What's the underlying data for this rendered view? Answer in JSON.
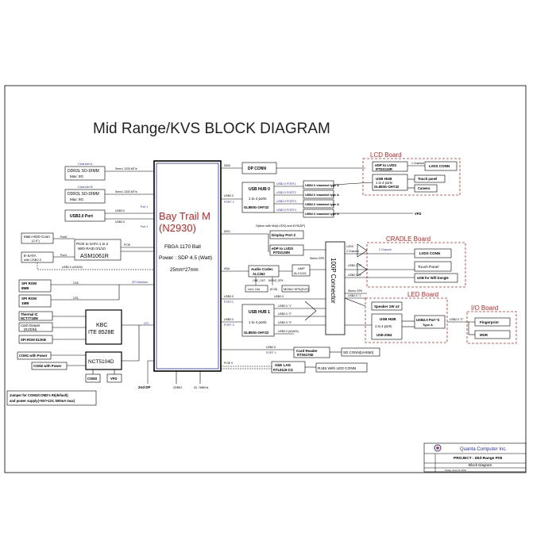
{
  "title": "Mid Range/KVS BLOCK DIAGRAM",
  "cpu": {
    "name": "Bay Trail M",
    "model": "(N2930)",
    "pkg": "FBGA 1170 Ball",
    "power": "Power : SDP 4.5  (Watt)",
    "size": "25mm*27mm"
  },
  "memory": {
    "ch_a": "Channel A",
    "ch_b": "Channel B",
    "dimm_a": [
      "DDR3L SO-DIMM",
      "Max: 8G"
    ],
    "dimm_b": [
      "DDR3L SO-DIMM",
      "Max: 8G"
    ],
    "bus_a": "Smm1 1333 MT/s",
    "bus_b": "Smm1 1333 MT/s"
  },
  "left": {
    "usb3port": "USB3.0 Port",
    "usb3_lbl": "USB3.0",
    "usb2_lbl": "USB2.0",
    "port_lbl": "Port 1",
    "port_lbl2": "Port 1",
    "hdd": [
      "Main HDD Conn",
      "(2.5\")"
    ],
    "esata": [
      "E-SATA",
      "with USB2.0"
    ],
    "port0": "Port0",
    "port1": "Port1",
    "sata_bridge": [
      "PCIE to SATA 1 to 2",
      "With RAID 0/1/10"
    ],
    "asm": "ASM1061R",
    "pcie_lbl": "PCIE",
    "usb2_esata": "USB2.0 (eSATA)",
    "spi_rom1": [
      "SPI ROM",
      "8MB"
    ],
    "spi_rom2": [
      "SPI ROM",
      "1MB"
    ],
    "cs0": "CS0",
    "cs1": "CS1",
    "spi_if": "SPI interface",
    "thermal": [
      "Thermal IC",
      "NCT7718W"
    ],
    "cash": [
      "Cash Drawer",
      "(RJ/DIN)"
    ],
    "spi512": "SPI ROM 512KB",
    "kbc": [
      "KBC",
      "ITE 8528E"
    ],
    "lpc": "LPC",
    "com1": "COM1 with Power",
    "com2": "COM2 with Power",
    "nct": "NCT5104D",
    "com3": "COM3",
    "vfd_small": "VFD",
    "second_dp": "2nd DP",
    "jumper": [
      "Jumper for COM1/COM2's RI(default)",
      "and power supply(+5V/+12V, 500mA max)"
    ]
  },
  "mid": {
    "ddi0": "DDI0",
    "ddi1": "DDI1",
    "hda": "HDA",
    "usb20_a": "USB2.0",
    "port2": "PORT 2",
    "usb20_b": "USB2.0",
    "port3": "PORT3",
    "usb20_c": "USB2.0",
    "port3b": "PORT 3",
    "usb20_d": "USB2.0",
    "pcie0": "PCIE 0",
    "bot1": "ZDBE2",
    "bot2": "32..768KHz",
    "dp_conn": "DP CONN",
    "hub0": [
      "USB HUB 0",
      "1 to 4 ports",
      "GL850G-OHY32"
    ],
    "hub0_ports": [
      "USB2.0 PORT1",
      "USB2.0 PORT2",
      "USB2.0 PORT3",
      "USB2.0 PORT4"
    ],
    "usb_std": [
      "USB2.0 standard type A",
      "USB2.0 standard type A",
      "USB2.0 standard type A",
      "USB2.0 standard type A"
    ],
    "option_note": "Option with Mol(LVDS) and KVS(DP)",
    "display_port": "Display Port 2",
    "edp_lvds": [
      "eDP to LVDS",
      "RTD2136N"
    ],
    "audio": [
      "Audio Codec",
      "ALC262"
    ],
    "amp": [
      "AMP",
      "ALC1021"
    ],
    "stereo": "Stereo SPK",
    "line_out_lbl": "LINE_OUT",
    "mono_lbl": "MONO_SPK",
    "line_out": "Lin1 Out",
    "kvs": "(KVS)",
    "mono_spk": "MONO SPK(KVS)",
    "hub1": [
      "USB HUB 1",
      "1 to 4 ports",
      "GL850G-OHY32"
    ],
    "hub1_ports": [
      "USB2.0 \"1\"",
      "USB2.0 \"2\"",
      "USB2.0 \"3\"",
      "USB2.0 (eSATA)"
    ],
    "usb20_e": "USB2.0",
    "port4": "PORT 4",
    "card_reader": [
      "Card Reader",
      "RTS5176E"
    ],
    "sd_conn": "SD CONN(UHS50)",
    "lan": [
      "GbE LAN",
      "RTL8119-CG"
    ],
    "rj45": "RJ45 With LED  CONN",
    "connector": "100P Connector",
    "lvds_ch": "LVDS",
    "lvds_ch2": "2 Channel",
    "usb20_f": "USB2.0 \"2\"",
    "usb20_g": "USB2.0 \"3\"",
    "usb20_h": "USB2.0 \"1\"",
    "stereo2": "Stereo SPK"
  },
  "lcd_board": {
    "title": "LCD Board",
    "edp": [
      "eDP to LVDS",
      "RTD2132R"
    ],
    "ch1": "1 Channel",
    "lvds_conn": "LVDS CONN",
    "usb_hub": [
      "USB HUB",
      "1 to 4 ports",
      "GL850G-OHY32"
    ],
    "touch": "Touch panel",
    "camera": "Camera",
    "vfd": "VFD"
  },
  "cradle_board": {
    "title": "CRADLE Board",
    "ch2": "2 Channel",
    "lvds_conn": "LVDS CONN",
    "touch": "Touch Panel",
    "wifi": "USB for Wifi Dongle"
  },
  "led_board": {
    "title": "LED Board",
    "speaker": "Speaker 1W x2",
    "usb_hub": [
      "USB HUB",
      "1 to 4 ports",
      "USE-2064"
    ],
    "usb_port": [
      "USB2.0 Port *2",
      "Type A"
    ]
  },
  "io_board": {
    "title": "I/O Board",
    "usb20": "USB2.0 \"2\"",
    "finger": "Fingerprint",
    "msr": "MSR"
  },
  "title_block": {
    "company": "Quanta Computer Inc.",
    "project": "PROJECT : Mid-Range  P05",
    "doc": "Block Diagram",
    "date": "Friday, June 13, 2014"
  },
  "colors": {
    "blue": "#2233aa",
    "red": "#cc2222",
    "line": "#000000"
  }
}
